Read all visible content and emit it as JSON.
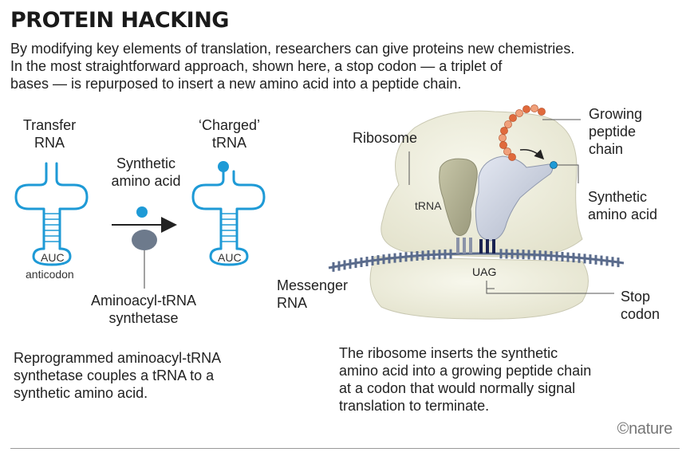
{
  "title": "PROTEIN HACKING",
  "intro": [
    "By modifying key elements of translation, researchers can give proteins new chemistries.",
    "In the most straightforward approach, shown here, a stop codon — a triplet of",
    "bases — is repurposed to insert a new amino acid into a peptide chain."
  ],
  "left_panel": {
    "transfer_rna": [
      "Transfer",
      "RNA"
    ],
    "charged_trna": [
      "‘Charged’",
      "tRNA"
    ],
    "synthetic_amino_acid": [
      "Synthetic",
      "amino acid"
    ],
    "anticodon_1": "AUC",
    "anticodon_2": "AUC",
    "anticodon_label": "anticodon",
    "synthetase": [
      "Aminoacyl-tRNA",
      "synthetase"
    ],
    "caption": [
      "Reprogrammed aminoacyl-tRNA",
      "synthetase couples a tRNA to a",
      "synthetic amino acid."
    ]
  },
  "right_panel": {
    "ribosome": "Ribosome",
    "trna": "tRNA",
    "growing_chain": [
      "Growing",
      "peptide",
      "chain"
    ],
    "synthetic_amino_acid": [
      "Synthetic",
      "amino acid"
    ],
    "messenger_rna": [
      "Messenger",
      "RNA"
    ],
    "codon": "UAG",
    "stop_codon": [
      "Stop",
      "codon"
    ],
    "caption": [
      "The ribosome inserts the synthetic",
      "amino acid into a growing peptide chain",
      "at a codon that would normally signal",
      "translation to terminate."
    ]
  },
  "credit": "©nature",
  "colors": {
    "trna_blue": "#1e9ad6",
    "amino_dot": "#1e9ad6",
    "synthetase": "#6d7a8c",
    "ribosome_fill": "#efefdf",
    "ribosome_stroke": "#bdbca6",
    "peptide_bead": "#e06a3c",
    "mrna": "#5a6b8c",
    "stop_codon_bar": "#1c2452"
  }
}
